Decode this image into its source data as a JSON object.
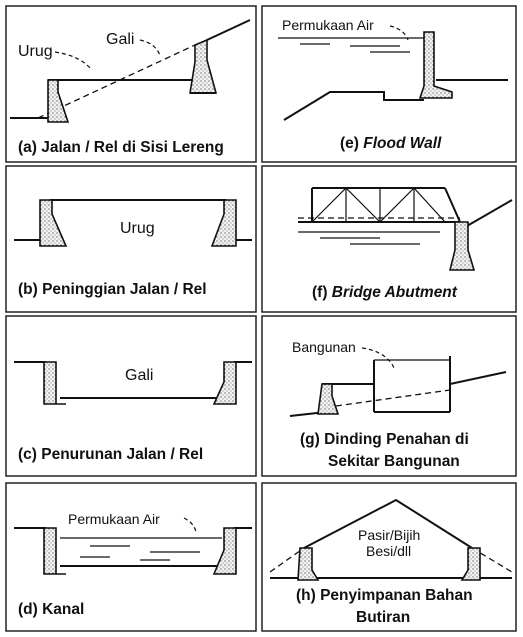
{
  "panels": {
    "a": {
      "caption": "(a) Jalan / Rel di Sisi Lereng",
      "label_fill": "Urug",
      "label_cut": "Gali"
    },
    "b": {
      "caption": "(b) Peninggian Jalan / Rel",
      "label_fill": "Urug"
    },
    "c": {
      "caption": "(c) Penurunan Jalan / Rel",
      "label_cut": "Gali"
    },
    "d": {
      "caption": "(d) Kanal",
      "label_water": "Permukaan Air"
    },
    "e": {
      "caption_prefix": "(e) ",
      "caption_italic": "Flood Wall",
      "label_water": "Permukaan Air"
    },
    "f": {
      "caption_prefix": "(f) ",
      "caption_italic": "Bridge Abutment"
    },
    "g": {
      "caption_line1": "(g) Dinding Penahan di",
      "caption_line2": "Sekitar Bangunan",
      "label_building": "Bangunan"
    },
    "h": {
      "caption_line1": "(h) Penyimpanan Bahan",
      "caption_line2": "Butiran",
      "label_material_line1": "Pasir/Bijih",
      "label_material_line2": "Besi/dll"
    }
  }
}
